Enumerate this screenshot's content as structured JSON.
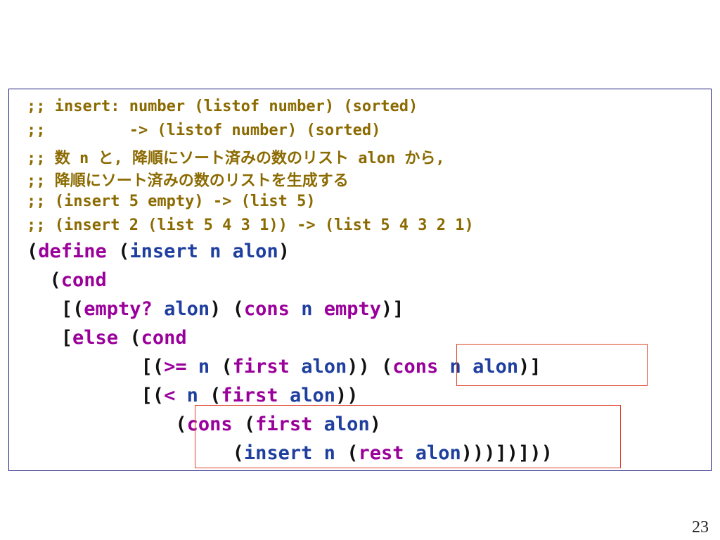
{
  "comments": [
    ";; insert: number (listof number) (sorted)",
    ";;         -> (listof number) (sorted)",
    ";; 数 n と, 降順にソート済みの数のリスト alon から,",
    ";; 降順にソート済みの数のリストを生成する",
    ";; (insert 5 empty) -> (list 5)",
    ";; (insert 2 (list 5 4 3 1)) -> (list 5 4 3 2 1)"
  ],
  "code": {
    "l1": [
      "(",
      "define",
      " (",
      "insert",
      " ",
      "n",
      " ",
      "alon",
      ")"
    ],
    "l2": [
      "  (",
      "cond"
    ],
    "l3": [
      "   [(",
      "empty?",
      " ",
      "alon",
      ") (",
      "cons",
      " ",
      "n",
      " ",
      "empty",
      ")]"
    ],
    "l4": [
      "   [",
      "else",
      " (",
      "cond"
    ],
    "l5": [
      "          [(",
      ">=",
      " ",
      "n",
      " (",
      "first",
      " ",
      "alon",
      ")) (",
      "cons",
      " ",
      "n",
      " ",
      "alon",
      ")]"
    ],
    "l6": [
      "          [(",
      "<",
      " ",
      "n",
      " (",
      "first",
      " ",
      "alon",
      "))"
    ],
    "l7": [
      "             (",
      "cons",
      " (",
      "first",
      " ",
      "alon",
      ")"
    ],
    "l8": [
      "                  (",
      "insert",
      " ",
      "n",
      " (",
      "rest",
      " ",
      "alon",
      ")))])]))"
    ]
  },
  "colors": {
    "keyword": "#9a009a",
    "variable": "#1f3f9f",
    "comment": "#8b6a00",
    "paren": "#111111",
    "highlight": "#e0452a"
  },
  "page_number": "23"
}
